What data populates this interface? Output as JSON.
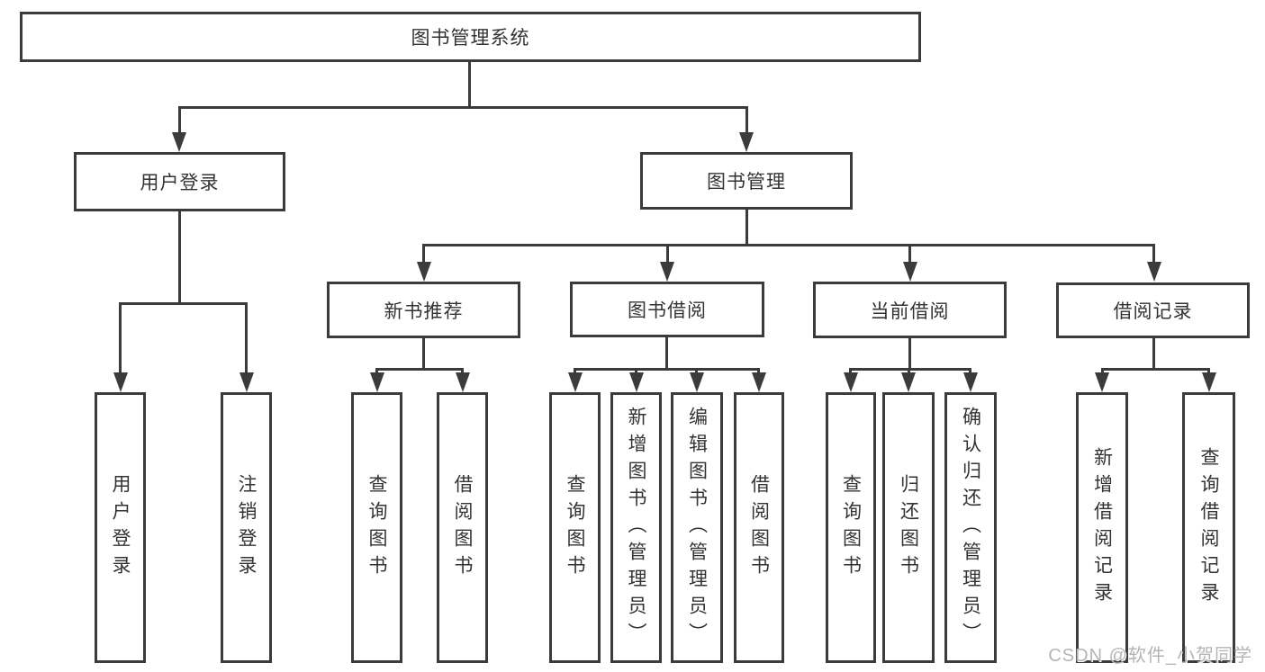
{
  "colors": {
    "line": "#3b3b3b",
    "box_border": "#3b3b3b",
    "box_fill": "#ffffff",
    "text": "#333333",
    "watermark": "#b4b4b4"
  },
  "watermark": {
    "text": "CSDN @软件_小贺同学"
  },
  "tree": {
    "label": "图书管理系统",
    "children": [
      {
        "label": "用户登录",
        "children": [
          {
            "label": "用户登录"
          },
          {
            "label": "注销登录"
          }
        ]
      },
      {
        "label": "图书管理",
        "children": [
          {
            "label": "新书推荐",
            "children": [
              {
                "label": "查询图书"
              },
              {
                "label": "借阅图书"
              }
            ]
          },
          {
            "label": "图书借阅",
            "children": [
              {
                "label": "查询图书"
              },
              {
                "label": "新增图书（管理员）"
              },
              {
                "label": "编辑图书（管理员）"
              },
              {
                "label": "借阅图书"
              }
            ]
          },
          {
            "label": "当前借阅",
            "children": [
              {
                "label": "查询图书"
              },
              {
                "label": "归还图书"
              },
              {
                "label": "确认归还（管理员）"
              }
            ]
          },
          {
            "label": "借阅记录",
            "children": [
              {
                "label": "新增借阅记录"
              },
              {
                "label": "查询借阅记录"
              }
            ]
          }
        ]
      }
    ]
  }
}
